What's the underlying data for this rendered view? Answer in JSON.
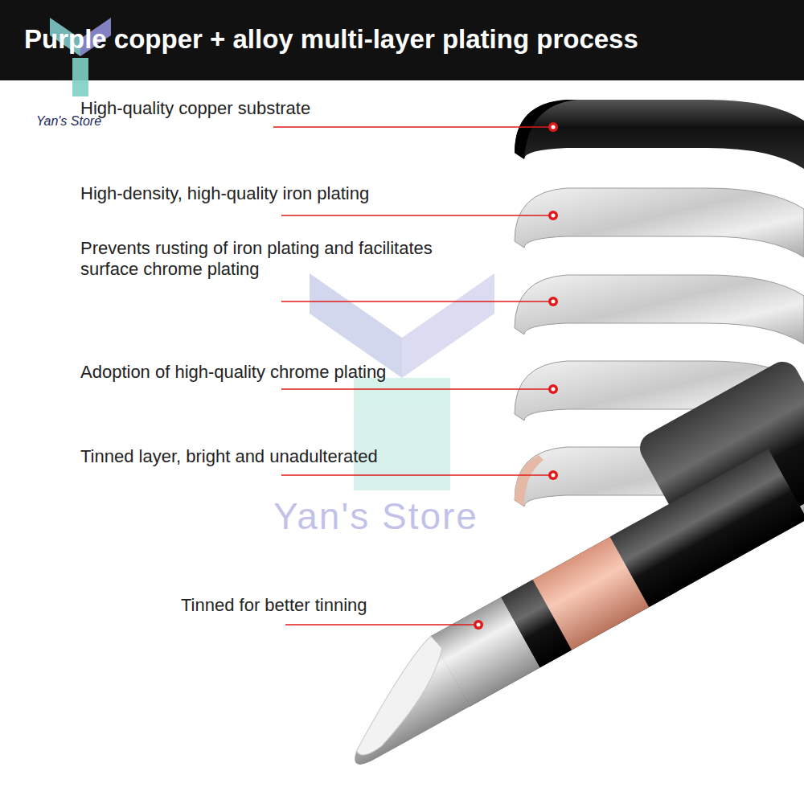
{
  "diagram": {
    "title": "Purple copper + alloy multi-layer plating process",
    "labels": [
      "High-quality copper substrate",
      "High-density, high-quality iron plating",
      "Prevents rusting of iron plating and facilitates surface chrome plating",
      "Adoption of high-quality chrome plating",
      "Tinned layer, bright and unadulterated",
      "Tinned for better tinning",
      "Yan's Store",
      "Yan's Store"
    ]
  }
}
